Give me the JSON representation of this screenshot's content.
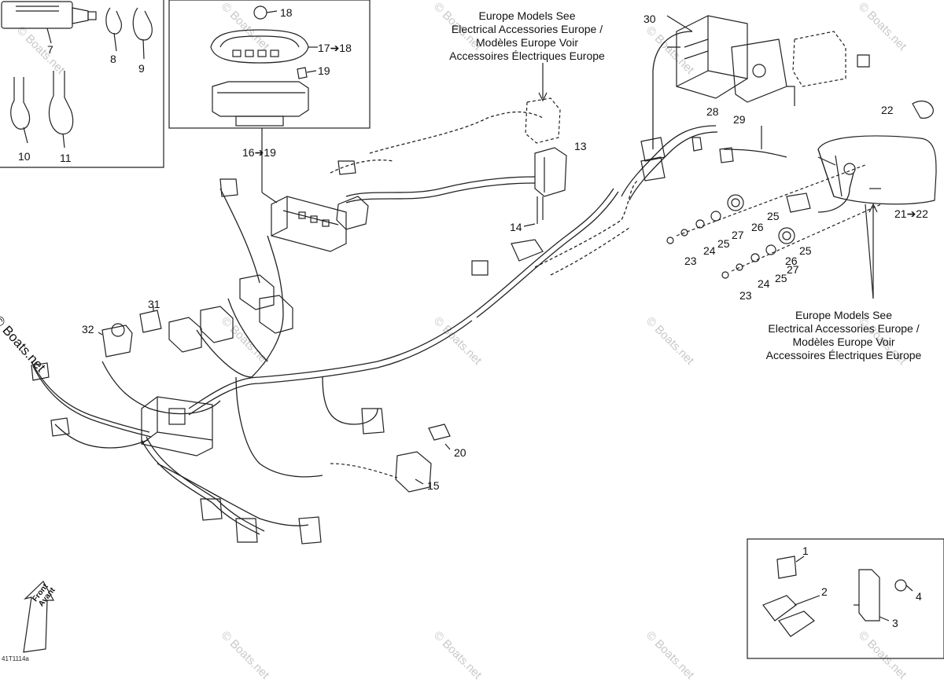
{
  "diagram": {
    "callouts": {
      "c1": "1",
      "c2": "2",
      "c3": "3",
      "c4": "4",
      "c7": "7",
      "c8": "8",
      "c9": "9",
      "c10": "10",
      "c11": "11",
      "c13": "13",
      "c14": "14",
      "c15": "15",
      "c16_19": "16➔19",
      "c17_18": "17➔18",
      "c18": "18",
      "c19": "19",
      "c20": "20",
      "c21_22": "21➔22",
      "c22": "22",
      "c23a": "23",
      "c23b": "23",
      "c24a": "24",
      "c24b": "24",
      "c25a": "25",
      "c25b": "25",
      "c25c": "25",
      "c25d": "25",
      "c26a": "26",
      "c26b": "26",
      "c27a": "27",
      "c27b": "27",
      "c28": "28",
      "c29": "29",
      "c30": "30",
      "c31": "31",
      "c32": "32"
    },
    "europe_note_top": [
      "Europe Models See",
      "Electrical Accessories Europe /",
      "Modèles Europe Voir",
      "Accessoires Électriques Europe"
    ],
    "europe_note_right": [
      "Europe Models See",
      "Electrical Accessories Europe /",
      "Modèles Europe Voir",
      "Accessoires Électriques Europe"
    ],
    "front_arrow": [
      "Front",
      "Avant"
    ],
    "copyright": "© Boats.net",
    "watermark": "© Boats.net",
    "drawing_code": "41T1114a"
  }
}
